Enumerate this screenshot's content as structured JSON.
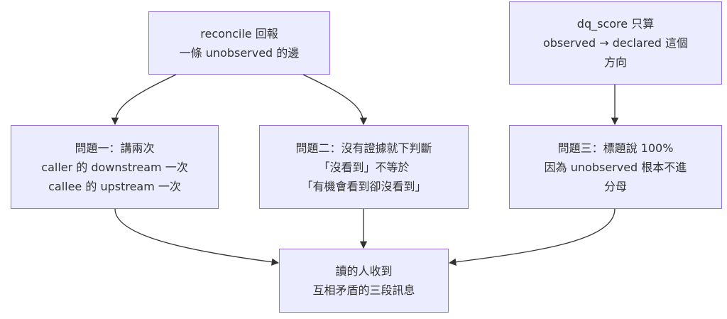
{
  "nodes": {
    "reconcile": {
      "line1": "reconcile 回報",
      "line2": "一條 unobserved 的邊"
    },
    "dq_score": {
      "line1": "dq_score 只算",
      "line2": "observed → declared 這個",
      "line3": "方向"
    },
    "problem1": {
      "line1": "問題一：講兩次",
      "line2": "caller 的 downstream 一次",
      "line3": "callee 的 upstream 一次"
    },
    "problem2": {
      "line1": "問題二：沒有證據就下判斷",
      "line2": "「沒看到」不等於",
      "line3": "「有機會看到卻沒看到」"
    },
    "problem3": {
      "line1": "問題三：標題說 100%",
      "line2": "因為 unobserved 根本不進",
      "line3": "分母"
    },
    "reader": {
      "line1": "讀的人收到",
      "line2": "互相矛盾的三段訊息"
    }
  },
  "edges": [
    {
      "from": "reconcile",
      "to": "problem1"
    },
    {
      "from": "reconcile",
      "to": "problem2"
    },
    {
      "from": "dq_score",
      "to": "problem3"
    },
    {
      "from": "problem1",
      "to": "reader"
    },
    {
      "from": "problem2",
      "to": "reader"
    },
    {
      "from": "problem3",
      "to": "reader"
    }
  ],
  "colors": {
    "node_fill": "#ececff",
    "node_border": "#9370db",
    "edge": "#333333",
    "text": "#333333"
  }
}
